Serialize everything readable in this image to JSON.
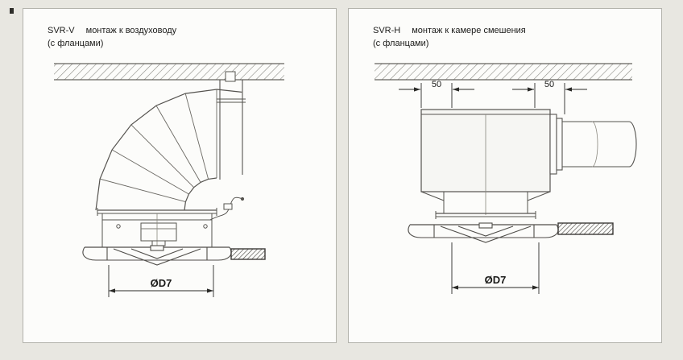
{
  "page": {
    "background": "#e8e7e1",
    "panel_background": "#fcfcfa",
    "line_color": "#55534f",
    "hatch_color": "#8a8a84"
  },
  "panels": {
    "left": {
      "model": "SVR-V",
      "title": "монтаж к воздуховоду",
      "subtitle": "(с фланцами)",
      "dimensions": {
        "diameter": "ØD7"
      }
    },
    "right": {
      "model": "SVR-H",
      "title": "монтаж к камере смешения",
      "subtitle": "(с фланцами)",
      "dimensions": {
        "offset_left": "50",
        "offset_right": "50",
        "diameter": "ØD7"
      }
    }
  }
}
